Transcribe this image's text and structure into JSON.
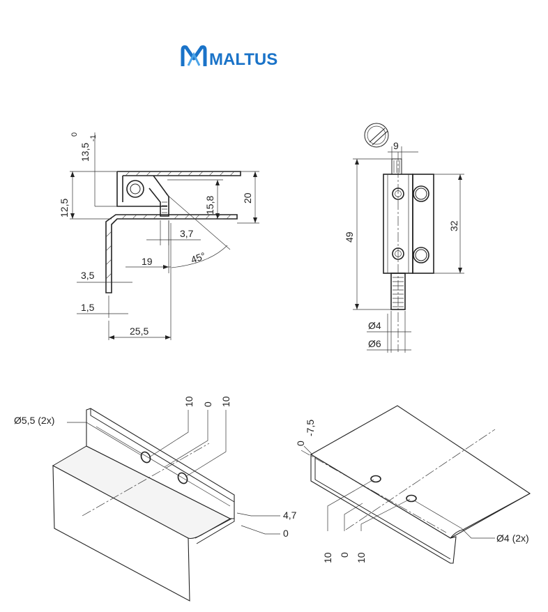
{
  "brand": {
    "name": "MALTUS",
    "color": "#1a73c8",
    "accent": "#4aa3e8"
  },
  "side_view": {
    "dims": {
      "top_offset": "13,5",
      "top_tol_upper": "0",
      "top_tol_lower": "-1",
      "left_height": "12,5",
      "inner_height": "15,8",
      "total_height": "20",
      "pin_offset": "3,7",
      "angle": "45°",
      "depth": "19",
      "thickness_outer": "3,5",
      "thickness_inner": "1,5",
      "width": "25,5"
    }
  },
  "front_view": {
    "dims": {
      "top_extension": "9",
      "total_height": "49",
      "body_height": "32",
      "pin_diameter": "Ø4",
      "outer_diameter": "Ø6"
    }
  },
  "iso_left": {
    "dims": {
      "holes": "Ø5,5 (2x)",
      "pos_a": "10",
      "pos_b": "0",
      "pos_c": "10",
      "edge_offset": "4,7",
      "edge_zero": "0"
    }
  },
  "iso_right": {
    "dims": {
      "tol_zero": "0",
      "tol_value": "-7,5",
      "pos_a": "10",
      "pos_b": "0",
      "pos_c": "10",
      "holes": "Ø4 (2x)"
    }
  }
}
